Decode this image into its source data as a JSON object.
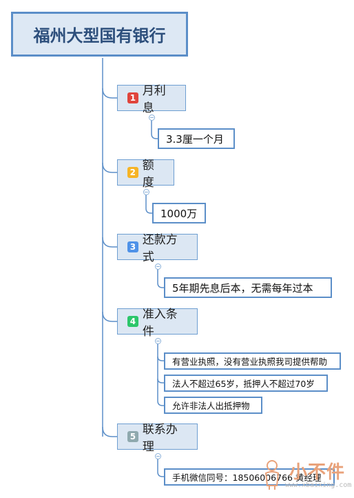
{
  "root": {
    "title": "福州大型国有银行"
  },
  "colors": {
    "line": "#5b8ec8",
    "badge_1": "#e0453c",
    "badge_2": "#f6b426",
    "badge_3": "#4f92e8",
    "badge_4": "#2cc66a",
    "badge_5": "#8fa9ae"
  },
  "branches": [
    {
      "number": "1",
      "label": "月利息",
      "children": [
        "3.3厘一个月"
      ]
    },
    {
      "number": "2",
      "label": "额度",
      "children": [
        "1000万"
      ]
    },
    {
      "number": "3",
      "label": "还款方式",
      "children": [
        "5年期先息后本，无需每年过本"
      ]
    },
    {
      "number": "4",
      "label": "准入条件",
      "children": [
        "有营业执照，没有营业执照我司提供帮助",
        "法人不超过65岁，抵押人不超过70岁",
        "允许非法人出抵押物"
      ]
    },
    {
      "number": "5",
      "label": "联系办理",
      "children": [
        "手机微信同号：18506006766 黄经理"
      ]
    }
  ],
  "watermark": {
    "text": "小不件",
    "url": "www.xbaixing.com",
    "icon": "figure-logo-icon"
  }
}
